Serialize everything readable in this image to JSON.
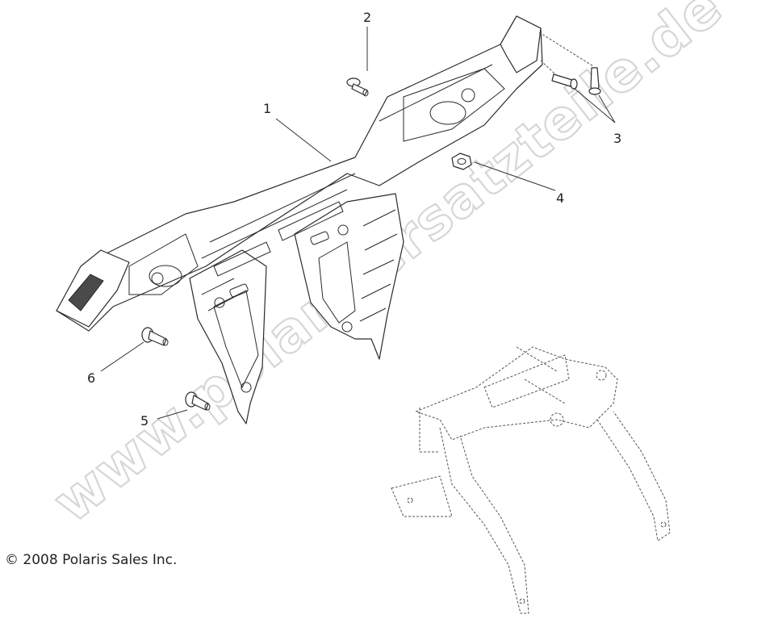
{
  "diagram": {
    "callouts": [
      {
        "id": "1",
        "label": "1"
      },
      {
        "id": "2",
        "label": "2"
      },
      {
        "id": "3",
        "label": "3"
      },
      {
        "id": "4",
        "label": "4"
      },
      {
        "id": "5",
        "label": "5"
      },
      {
        "id": "6",
        "label": "6"
      }
    ],
    "watermark": "www.polarisersatzteile.de",
    "copyright": "© 2008 Polaris Sales Inc."
  }
}
